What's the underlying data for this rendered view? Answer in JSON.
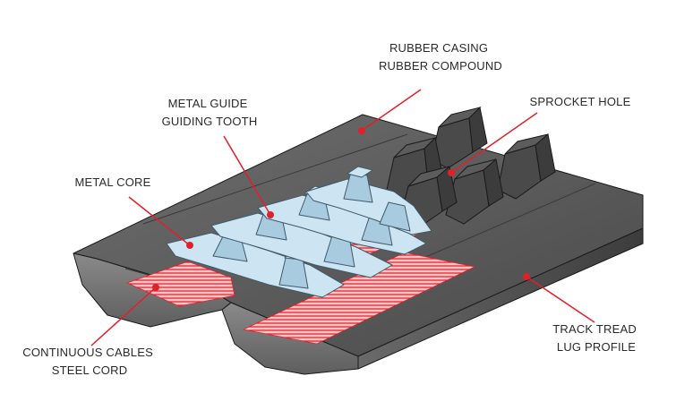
{
  "labels": {
    "rubber_casing": [
      "RUBBER CASING",
      "RUBBER COMPOUND"
    ],
    "metal_guide": [
      "METAL GUIDE",
      "GUIDING TOOTH"
    ],
    "sprocket_hole": [
      "SPROCKET HOLE"
    ],
    "metal_core": [
      "METAL CORE"
    ],
    "continuous_cables": [
      "CONTINUOUS CABLES",
      "STEEL CORD"
    ],
    "track_tread": [
      "TRACK TREAD",
      "LUG PROFILE"
    ]
  },
  "colors": {
    "leader": "#e0202a",
    "rubber": "#555555",
    "metal_core": "#cde4f2",
    "steel_cord": "#e0202a"
  }
}
